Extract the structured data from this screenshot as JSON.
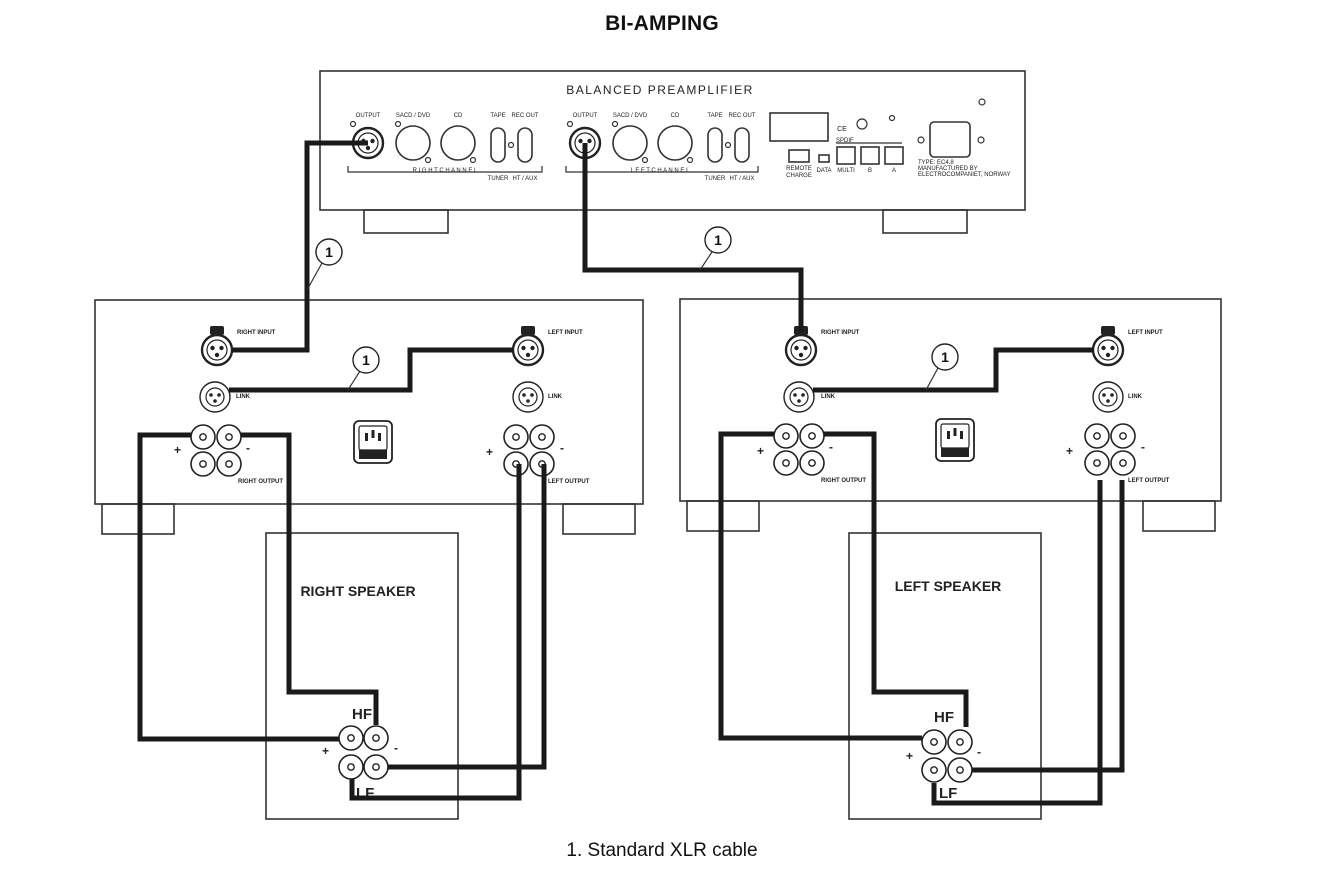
{
  "title": "BI-AMPING",
  "caption": "1. Standard XLR cable",
  "preamp": {
    "name": "BALANCED PREAMPLIFIER",
    "labels": {
      "output": "OUTPUT",
      "sacd": "SACD / DVD",
      "cd": "CD",
      "tape": "TAPE",
      "rec_out": "REC OUT",
      "tuner": "TUNER",
      "ht_aux": "HT / AUX",
      "right_channel": "R I G H T   C H A N N E L",
      "left_channel": "L E F T   C H A N N E L",
      "remote": "REMOTE",
      "charge": "CHARGE",
      "data": "DATA",
      "multi": "MULTI",
      "b": "B",
      "a": "A",
      "spdif": "SPDIF",
      "type": "TYPE: EC4.8",
      "mfg1": "MANUFACTURED BY",
      "mfg2": "ELECTROCOMPANIET, NORWAY"
    }
  },
  "amp_labels": {
    "right_input": "RIGHT INPUT",
    "left_input": "LEFT INPUT",
    "link": "LINK",
    "right_output": "RIGHT OUTPUT",
    "left_output": "LEFT OUTPUT"
  },
  "speakers": {
    "right": "RIGHT SPEAKER",
    "left": "LEFT SPEAKER",
    "hf": "HF",
    "lf": "LF"
  },
  "signs": {
    "plus": "+",
    "minus": "-"
  },
  "cable_number": "1"
}
